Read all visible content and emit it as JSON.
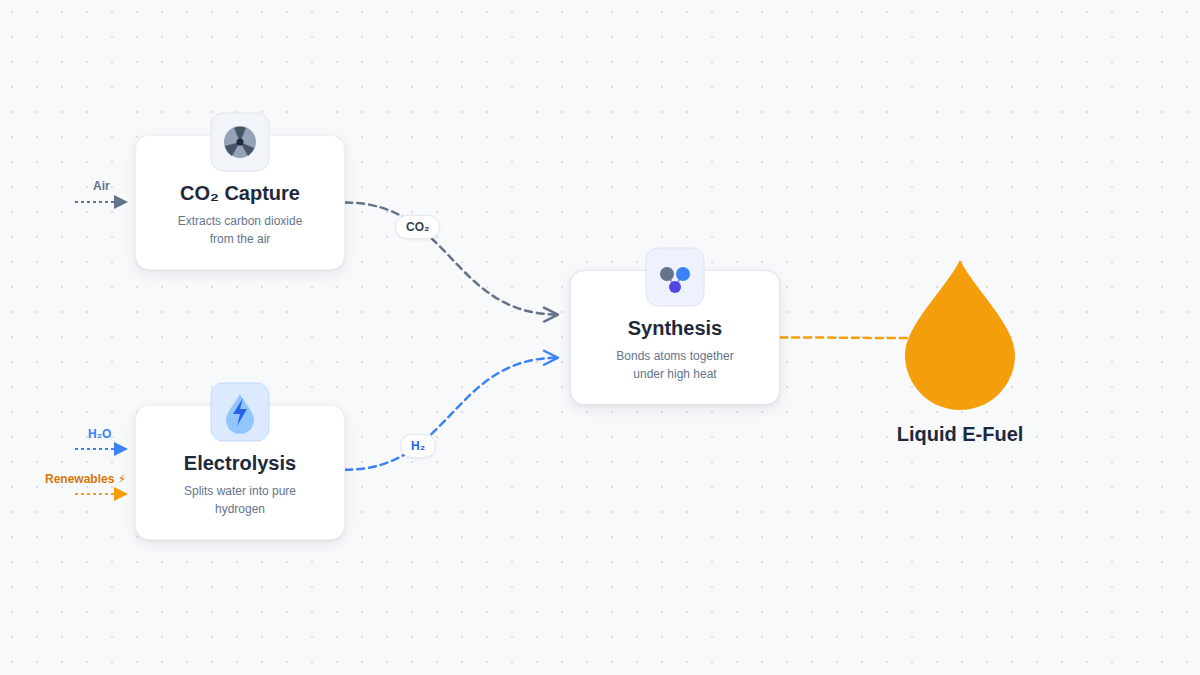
{
  "diagram": {
    "nodes": [
      {
        "text": [
          "CO₂ Capture",
          "Extracts carbon dioxide from the air"
        ]
      },
      {
        "text": [
          "Electrolysis",
          "Splits water into pure hydrogen"
        ]
      },
      {
        "text": [
          "Synthesis",
          "Bonds atoms together under high heat"
        ]
      },
      {
        "text": [
          "Liquid E-Fuel"
        ]
      }
    ],
    "edges": [
      {
        "from": 0,
        "to": 2,
        "label": "CO₂",
        "arrow": "to"
      },
      {
        "from": 1,
        "to": 2,
        "label": "H₂",
        "arrow": "to"
      },
      {
        "from": 2,
        "to": 3,
        "arrow": "none"
      }
    ],
    "labels": [
      "Air",
      "H₂O",
      "Renewables ⚡"
    ]
  }
}
